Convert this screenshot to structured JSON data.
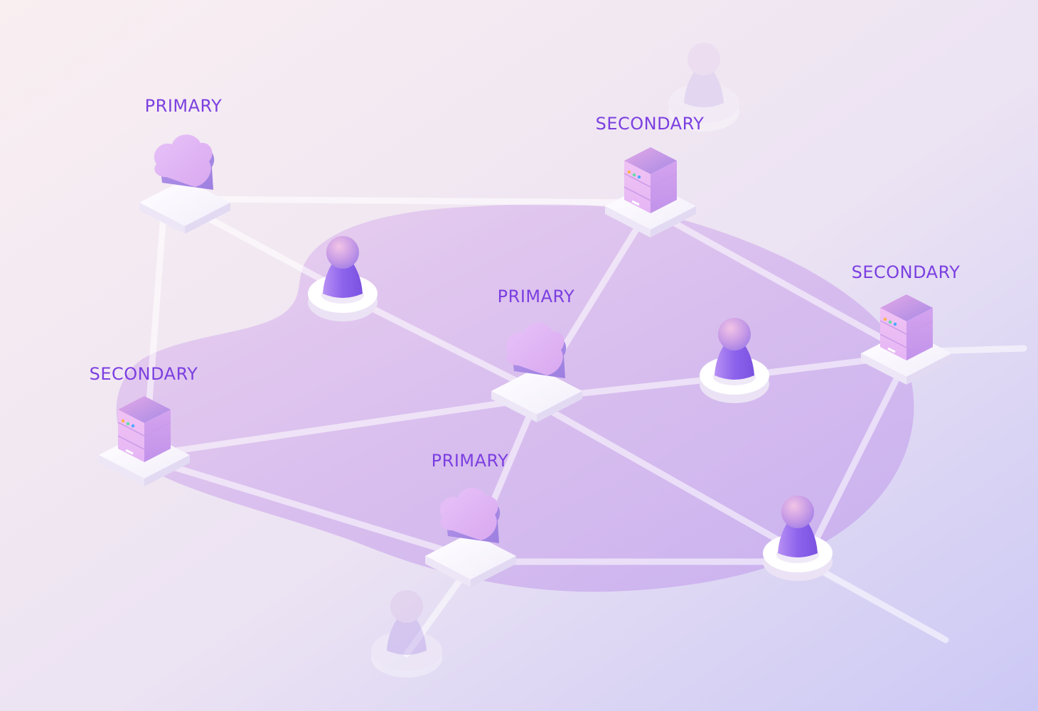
{
  "colors": {
    "label": "#7b3fe0",
    "background_top_left": "#f8eef2",
    "background_bottom_right": "#cfccf6",
    "blob": "#c9a3e8",
    "server_top": "#c08ce6",
    "server_side": "#e6bdf5",
    "cloud": "#dfb6f6",
    "person": "#9b6ff0",
    "platform": "#f4f1fb"
  },
  "labels": {
    "primary_top_left": "PRIMARY",
    "secondary_top": "SECONDARY",
    "primary_center": "PRIMARY",
    "secondary_right": "SECONDARY",
    "secondary_left": "SECONDARY",
    "primary_bottom": "PRIMARY"
  },
  "nodes": [
    {
      "id": "cloud-top-left",
      "kind": "cloud",
      "label_key": "primary_top_left"
    },
    {
      "id": "server-top",
      "kind": "server",
      "label_key": "secondary_top"
    },
    {
      "id": "cloud-center",
      "kind": "cloud",
      "label_key": "primary_center"
    },
    {
      "id": "server-right",
      "kind": "server",
      "label_key": "secondary_right"
    },
    {
      "id": "server-left",
      "kind": "server",
      "label_key": "secondary_left"
    },
    {
      "id": "cloud-bottom",
      "kind": "cloud",
      "label_key": "primary_bottom"
    },
    {
      "id": "person-upper-left",
      "kind": "person"
    },
    {
      "id": "person-right",
      "kind": "person"
    },
    {
      "id": "person-bottom-right",
      "kind": "person"
    },
    {
      "id": "person-faded-top",
      "kind": "person-faded"
    },
    {
      "id": "person-faded-bottom",
      "kind": "person-faded"
    }
  ],
  "edges": [
    [
      "cloud-top-left",
      "server-top"
    ],
    [
      "cloud-top-left",
      "person-upper-left"
    ],
    [
      "cloud-top-left",
      "server-left"
    ],
    [
      "person-upper-left",
      "cloud-center"
    ],
    [
      "server-top",
      "cloud-center"
    ],
    [
      "server-top",
      "server-right"
    ],
    [
      "cloud-center",
      "server-left"
    ],
    [
      "cloud-center",
      "person-right"
    ],
    [
      "cloud-center",
      "cloud-bottom"
    ],
    [
      "cloud-center",
      "person-bottom-right"
    ],
    [
      "person-right",
      "server-right"
    ],
    [
      "server-right",
      "person-bottom-right"
    ],
    [
      "server-left",
      "cloud-bottom"
    ],
    [
      "cloud-bottom",
      "person-bottom-right"
    ],
    [
      "cloud-bottom",
      "person-faded-bottom"
    ]
  ]
}
